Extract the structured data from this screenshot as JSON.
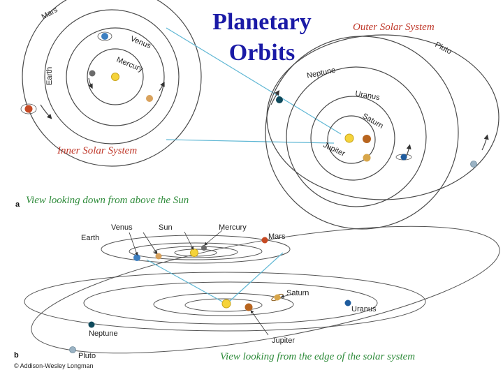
{
  "title_line1": "Planetary",
  "title_line2": "Orbits",
  "panel_a": {
    "letter": "a",
    "caption": "View looking down from above the Sun",
    "inner_title": "Inner Solar System",
    "outer_title": "Outer Solar System",
    "inner_labels": {
      "mars": "Mars",
      "venus": "Venus",
      "mercury": "Mercury",
      "earth": "Earth"
    },
    "outer_labels": {
      "pluto": "Pluto",
      "neptune": "Neptune",
      "uranus": "Uranus",
      "saturn": "Saturn",
      "jupiter": "Jupiter"
    }
  },
  "panel_b": {
    "letter": "b",
    "caption": "View looking from the edge of the solar system",
    "labels": {
      "venus": "Venus",
      "sun": "Sun",
      "mercury": "Mercury",
      "earth": "Earth",
      "mars": "Mars",
      "saturn": "Saturn",
      "uranus": "Uranus",
      "neptune": "Neptune",
      "jupiter": "Jupiter",
      "pluto": "Pluto"
    }
  },
  "copyright": "© Addison-Wesley Longman",
  "colors": {
    "title": "#1a1aa6",
    "red_caption": "#c0392b",
    "green_caption": "#2e8b3a",
    "connector": "#5fb7d4",
    "sun": "#f5d33a",
    "mercury": "#6b6b6b",
    "venus": "#d9a25c",
    "earth": "#3d7fc0",
    "mars": "#c64a24",
    "jupiter": "#d8a64a",
    "saturn": "#b8651f",
    "uranus": "#1f5c9e",
    "neptune": "#0f4a5c",
    "pluto": "#9bb3c4"
  }
}
